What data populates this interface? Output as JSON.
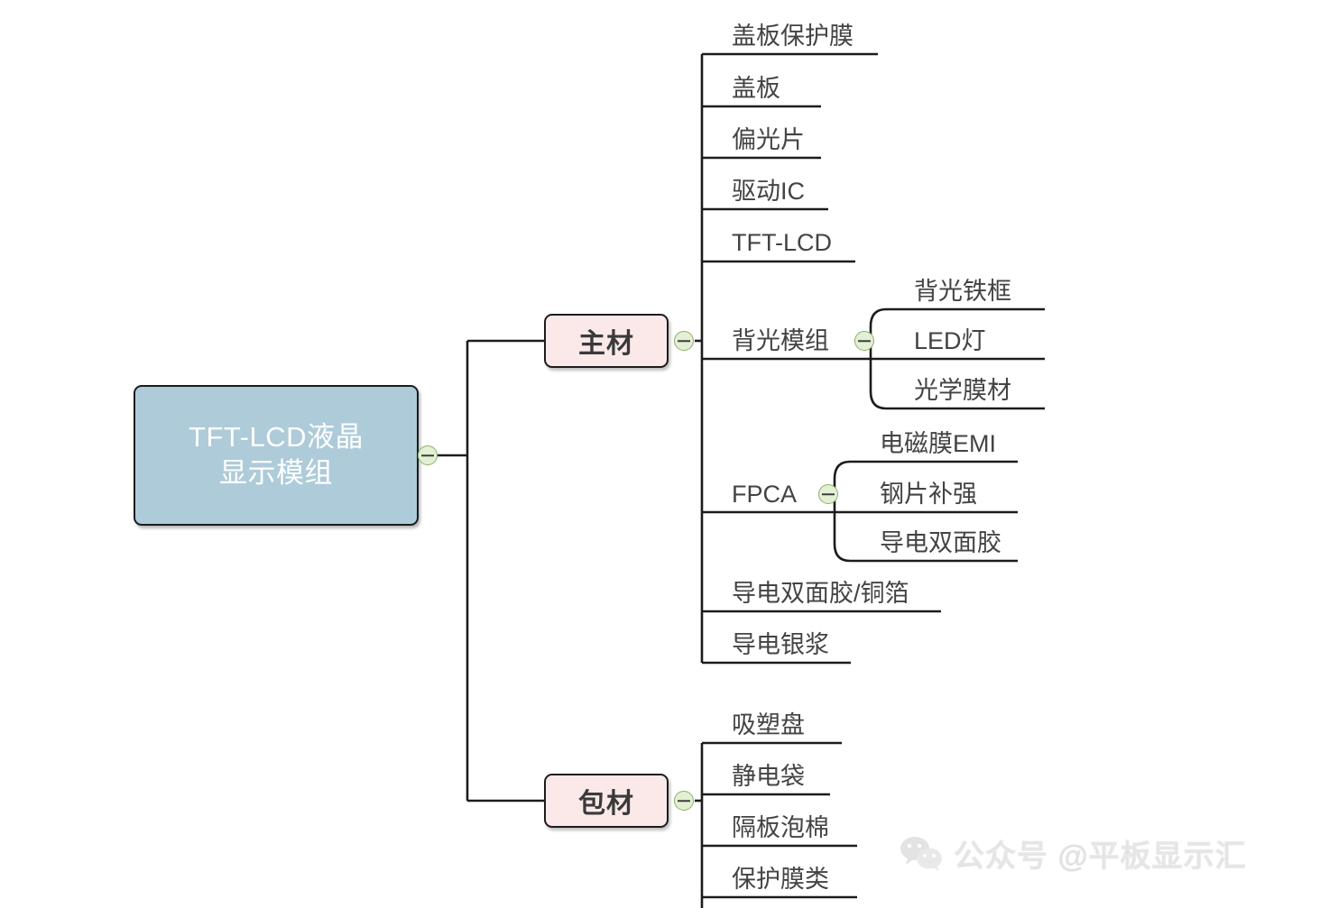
{
  "diagram": {
    "type": "mindmap",
    "title": "TFT-LCD液晶显示模组",
    "colors": {
      "root_fill": "#aecbd9",
      "branch_fill": "#fbe9e9",
      "line": "#1c1c1c",
      "text": "#434343",
      "toggle_fill": "#e3f0d4",
      "toggle_border": "#8cb06a"
    }
  },
  "root": {
    "label_line1": "TFT-LCD液晶",
    "label_line2": "显示模组",
    "toggle": "collapse-minus"
  },
  "branches": [
    {
      "label": "主材",
      "toggle": "collapse-minus",
      "children": [
        {
          "label": "盖板保护膜"
        },
        {
          "label": "盖板"
        },
        {
          "label": "偏光片"
        },
        {
          "label": "驱动IC"
        },
        {
          "label": "TFT-LCD"
        },
        {
          "label": "背光模组",
          "toggle": "collapse-minus",
          "children": [
            {
              "label": "背光铁框"
            },
            {
              "label": "LED灯"
            },
            {
              "label": "光学膜材"
            }
          ]
        },
        {
          "label": "FPCA",
          "toggle": "collapse-minus",
          "children": [
            {
              "label": "电磁膜EMI"
            },
            {
              "label": "钢片补强"
            },
            {
              "label": "导电双面胶"
            }
          ]
        },
        {
          "label": "导电双面胶/铜箔"
        },
        {
          "label": "导电银浆"
        }
      ]
    },
    {
      "label": "包材",
      "toggle": "collapse-minus",
      "children": [
        {
          "label": "吸塑盘"
        },
        {
          "label": "静电袋"
        },
        {
          "label": "隔板泡棉"
        },
        {
          "label": "保护膜类"
        }
      ]
    }
  ],
  "watermark": {
    "icon": "wechat-icon",
    "text": "公众号 @平板显示汇"
  }
}
